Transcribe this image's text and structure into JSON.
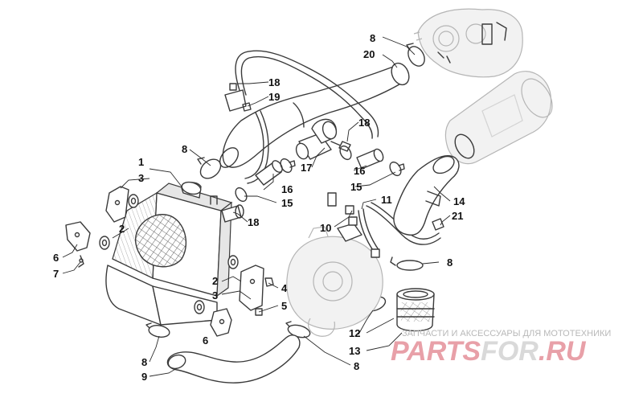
{
  "callouts": [
    {
      "id": "c1",
      "text": "1"
    },
    {
      "id": "c2a",
      "text": "2"
    },
    {
      "id": "c2b",
      "text": "2"
    },
    {
      "id": "c3a",
      "text": "3"
    },
    {
      "id": "c3b",
      "text": "3"
    },
    {
      "id": "c4",
      "text": "4"
    },
    {
      "id": "c5",
      "text": "5"
    },
    {
      "id": "c6a",
      "text": "6"
    },
    {
      "id": "c6b",
      "text": "6"
    },
    {
      "id": "c7",
      "text": "7"
    },
    {
      "id": "c8a",
      "text": "8"
    },
    {
      "id": "c8b",
      "text": "8"
    },
    {
      "id": "c8c",
      "text": "8"
    },
    {
      "id": "c8d",
      "text": "8"
    },
    {
      "id": "c8e",
      "text": "8"
    },
    {
      "id": "c9",
      "text": "9"
    },
    {
      "id": "c10",
      "text": "10"
    },
    {
      "id": "c11",
      "text": "11"
    },
    {
      "id": "c12",
      "text": "12"
    },
    {
      "id": "c13",
      "text": "13"
    },
    {
      "id": "c14",
      "text": "14"
    },
    {
      "id": "c15a",
      "text": "15"
    },
    {
      "id": "c15b",
      "text": "15"
    },
    {
      "id": "c16a",
      "text": "16"
    },
    {
      "id": "c16b",
      "text": "16"
    },
    {
      "id": "c17",
      "text": "17"
    },
    {
      "id": "c18a",
      "text": "18"
    },
    {
      "id": "c18b",
      "text": "18"
    },
    {
      "id": "c18c",
      "text": "18"
    },
    {
      "id": "c19",
      "text": "19"
    },
    {
      "id": "c20",
      "text": "20"
    },
    {
      "id": "c21",
      "text": "21"
    }
  ],
  "watermark": {
    "tagline": "ЗАПЧАСТИ И АКСЕССУАРЫ ДЛЯ МОТОТЕХНИКИ",
    "logo_part1": "PARTS",
    "logo_part2": "FOR",
    "logo_part3": ".RU",
    "logo_color": "#e8a0a8",
    "logo_accent_color": "#d9d9d9"
  }
}
